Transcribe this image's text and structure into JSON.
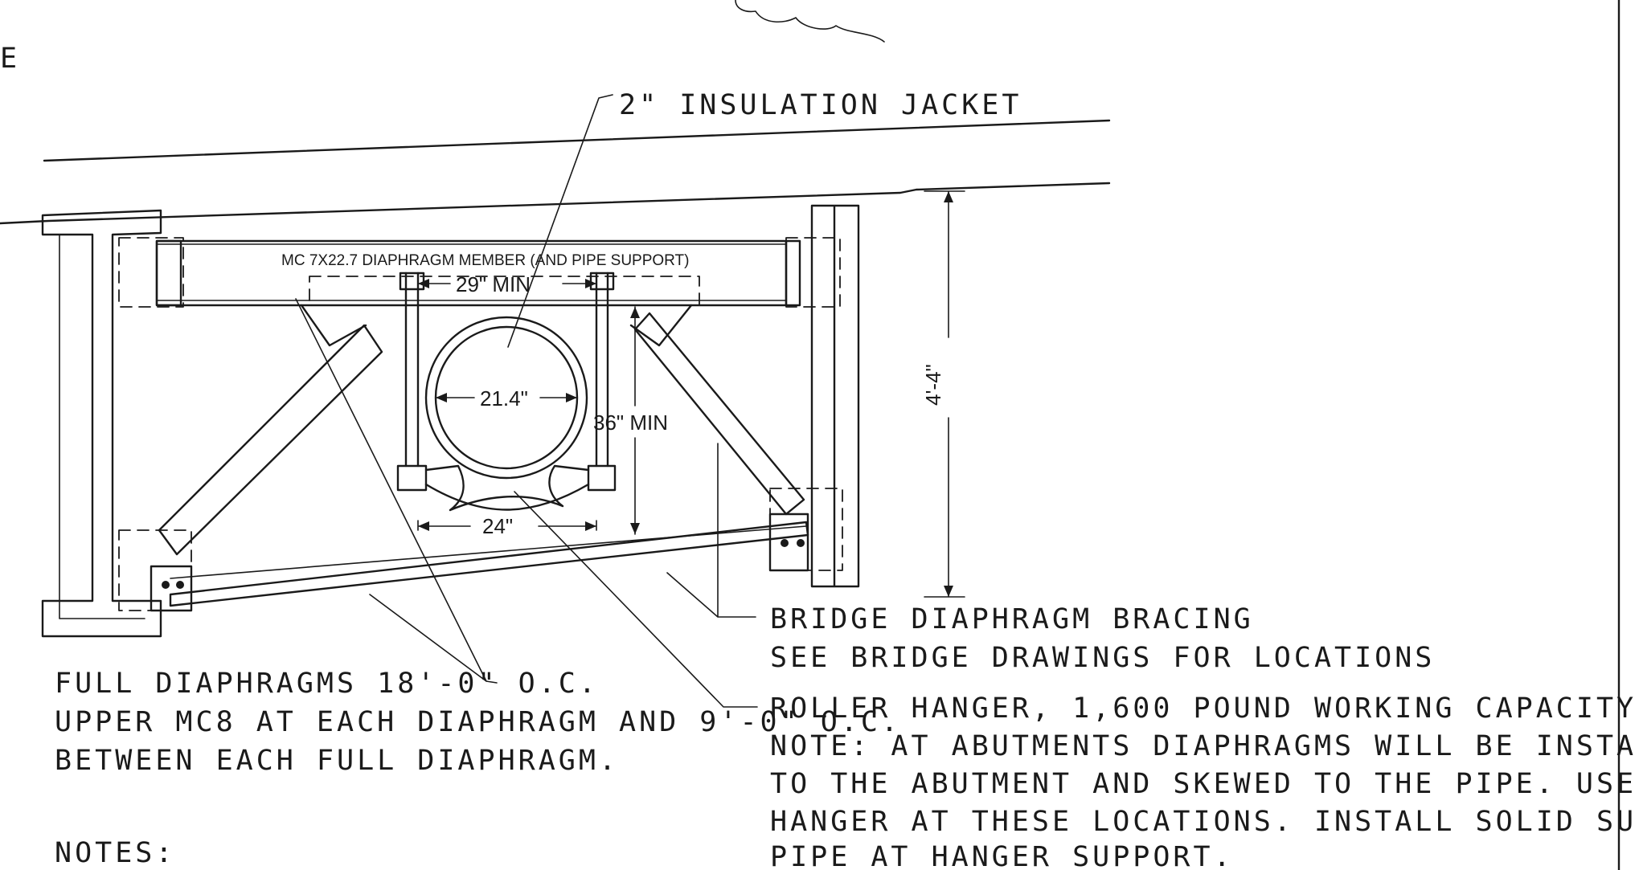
{
  "labels": {
    "partial_left_char": "E",
    "insulation_jacket": "2\" INSULATION JACKET",
    "diaphragm_member": "MC 7X22.7 DIAPHRAGM MEMBER (AND PIPE SUPPORT)",
    "dim_29_min": "29\" MIN",
    "dim_21_4": "21.4\"",
    "dim_36_min": "36\" MIN",
    "dim_24": "24\"",
    "dim_4_4": "4'-4\"",
    "bracing_line1": "BRIDGE DIAPHRAGM BRACING",
    "bracing_line2": "SEE BRIDGE DRAWINGS FOR LOCATIONS",
    "full_diaphragms_line1": "FULL DIAPHRAGMS 18'-0\" O.C.",
    "full_diaphragms_line2": "UPPER MC8 AT EACH DIAPHRAGM AND 9'-0\" O.C.",
    "full_diaphragms_line3": "BETWEEN EACH FULL DIAPHRAGM.",
    "roller_line1": "ROLLER HANGER, 1,600 POUND WORKING CAPACITY",
    "roller_line2": "NOTE: AT ABUTMENTS DIAPHRAGMS WILL BE INSTALLED PARALLEL",
    "roller_line3": "TO THE ABUTMENT AND SKEWED TO THE PIPE. USE SWIVEL",
    "roller_line4": "HANGER AT THESE LOCATIONS.  INSTALL SOLID SUPPORT UNDER",
    "roller_line5": "PIPE AT HANGER SUPPORT.",
    "notes_heading": "NOTES:"
  }
}
